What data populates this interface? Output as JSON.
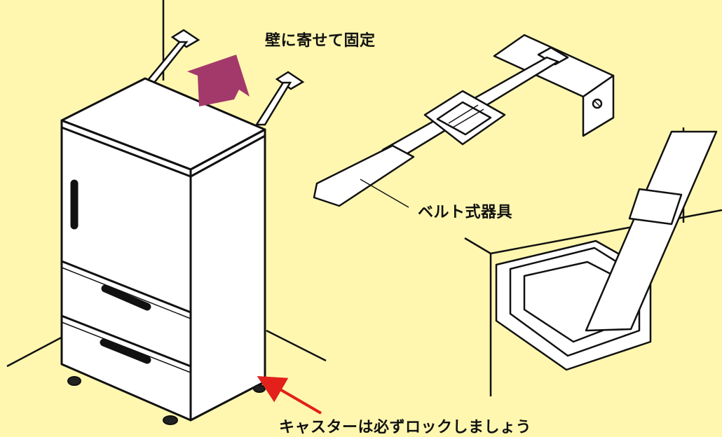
{
  "labels": {
    "wall_fix": "壁に寄せて固定",
    "belt_fixture": "ベルト式器具",
    "caster_lock": "キャスターは必ずロックしましょう"
  },
  "colors": {
    "background": "#fff7b0",
    "arrow_push": "#a3386a",
    "arrow_pointer": "#e3201b",
    "line": "#111111",
    "fill": "#ffffff"
  }
}
